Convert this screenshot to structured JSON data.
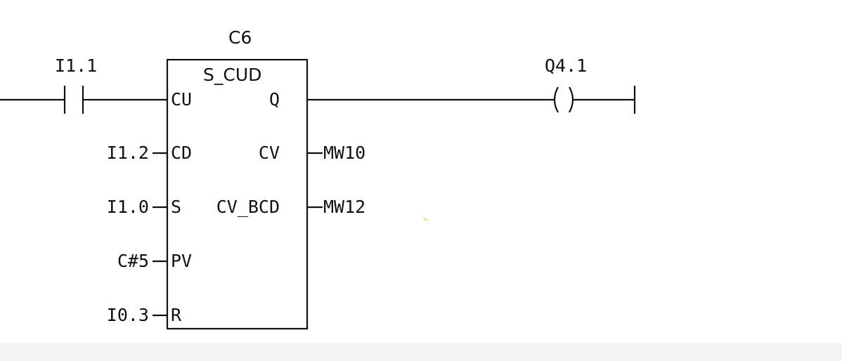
{
  "diagram": {
    "counter": {
      "instance": "C6",
      "type": "S_CUD",
      "pins_in": {
        "cu": "CU",
        "cd": "CD",
        "s": "S",
        "pv": "PV",
        "r": "R"
      },
      "pins_out": {
        "q": "Q",
        "cv": "CV",
        "cv_bcd": "CV_BCD"
      }
    },
    "contact": {
      "address": "I1.1"
    },
    "coil": {
      "address": "Q4.1",
      "symbol": "( )"
    },
    "inputs": {
      "cd": "I1.2",
      "s": "I1.0",
      "pv": "C#5",
      "r": "I0.3"
    },
    "outputs": {
      "cv": "MW10",
      "cv_bcd": "MW12"
    },
    "colors": {
      "line": "#111111",
      "background": "#ffffff",
      "footer": "#f3f3f3"
    }
  }
}
